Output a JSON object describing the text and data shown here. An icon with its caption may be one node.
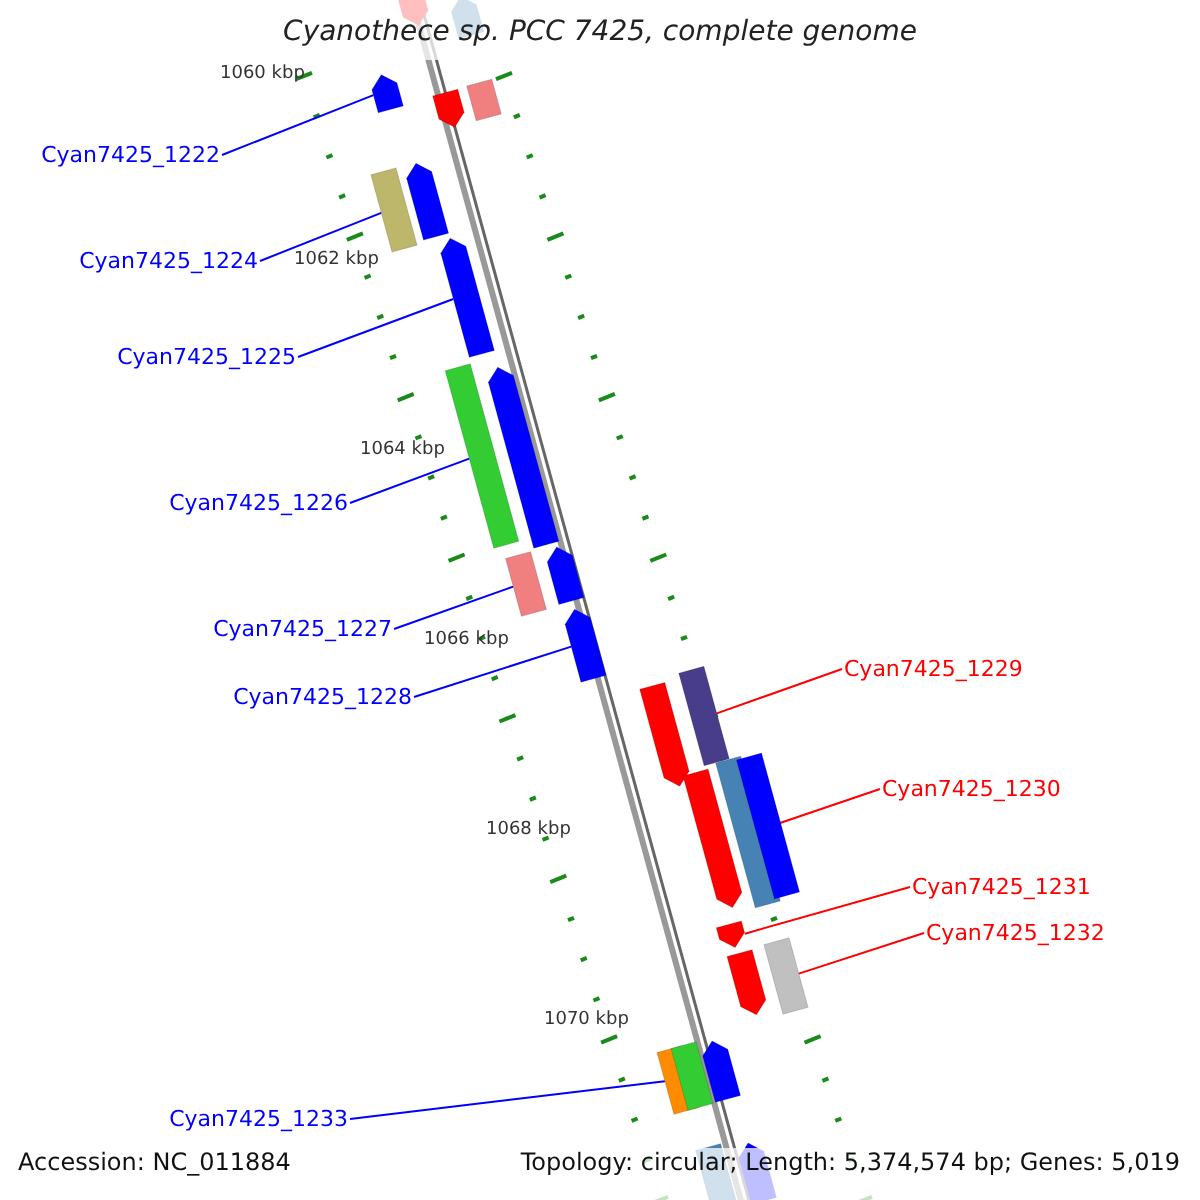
{
  "diagram": {
    "title": "Cyanothece sp. PCC 7425, complete genome",
    "nodes": [
      {
        "text": [
          "Cyan7425_1222"
        ]
      },
      {
        "text": [
          "Cyan7425_1224"
        ]
      },
      {
        "text": [
          "Cyan7425_1225"
        ]
      },
      {
        "text": [
          "Cyan7425_1226"
        ]
      },
      {
        "text": [
          "Cyan7425_1227"
        ]
      },
      {
        "text": [
          "Cyan7425_1228"
        ]
      },
      {
        "text": [
          "Cyan7425_1229"
        ]
      },
      {
        "text": [
          "Cyan7425_1230"
        ]
      },
      {
        "text": [
          "Cyan7425_1231"
        ]
      },
      {
        "text": [
          "Cyan7425_1232"
        ]
      },
      {
        "text": [
          "Cyan7425_1233"
        ]
      },
      {
        "text": [],
        "shape": "box"
      },
      {
        "text": [],
        "shape": "box"
      },
      {
        "text": [],
        "shape": "box"
      },
      {
        "text": [],
        "shape": "box"
      },
      {
        "text": [],
        "shape": "box"
      },
      {
        "text": [],
        "shape": "box"
      },
      {
        "text": [],
        "shape": "box"
      },
      {
        "text": [],
        "shape": "box"
      },
      {
        "text": [],
        "shape": "box"
      },
      {
        "text": [],
        "shape": "box"
      },
      {
        "text": [],
        "shape": "box"
      },
      {
        "text": [],
        "shape": "box"
      },
      {
        "text": [],
        "shape": "box"
      },
      {
        "text": [],
        "shape": "box"
      },
      {
        "text": [],
        "shape": "box"
      },
      {
        "text": [],
        "shape": "box"
      },
      {
        "text": [],
        "shape": "box"
      },
      {
        "text": [],
        "shape": "box"
      },
      {
        "text": [],
        "shape": "box"
      },
      {
        "text": [],
        "shape": "box"
      },
      {
        "text": [],
        "shape": "box"
      },
      {
        "text": [],
        "shape": "box"
      },
      {
        "text": [],
        "shape": "box"
      },
      {
        "text": [],
        "shape": "box"
      },
      {
        "text": [],
        "shape": "box"
      },
      {
        "text": [],
        "shape": "box"
      }
    ],
    "edges": [
      {
        "from": 0,
        "to": 11,
        "arrow": "none"
      },
      {
        "from": 1,
        "to": 12,
        "arrow": "none"
      },
      {
        "from": 2,
        "to": 13,
        "arrow": "none"
      },
      {
        "from": 3,
        "to": 14,
        "arrow": "none"
      },
      {
        "from": 4,
        "to": 15,
        "arrow": "none"
      },
      {
        "from": 5,
        "to": 16,
        "arrow": "none"
      },
      {
        "from": 6,
        "to": 17,
        "arrow": "none",
        "color": "#ff0000"
      },
      {
        "from": 7,
        "to": 18,
        "arrow": "none",
        "color": "#ff0000"
      },
      {
        "from": 8,
        "to": 19,
        "arrow": "none",
        "color": "#ff0000"
      },
      {
        "from": 9,
        "to": 20,
        "arrow": "none",
        "color": "#ff0000"
      },
      {
        "from": 10,
        "to": 21,
        "arrow": "none"
      }
    ],
    "labels": [
      "1060 kbp",
      "1062 kbp",
      "1064 kbp",
      "1066 kbp",
      "1068 kbp",
      "1070 kbp",
      "Accession: NC_011884",
      "Topology: circular; Length: 5,374,574 bp; Genes: 5,019"
    ]
  }
}
